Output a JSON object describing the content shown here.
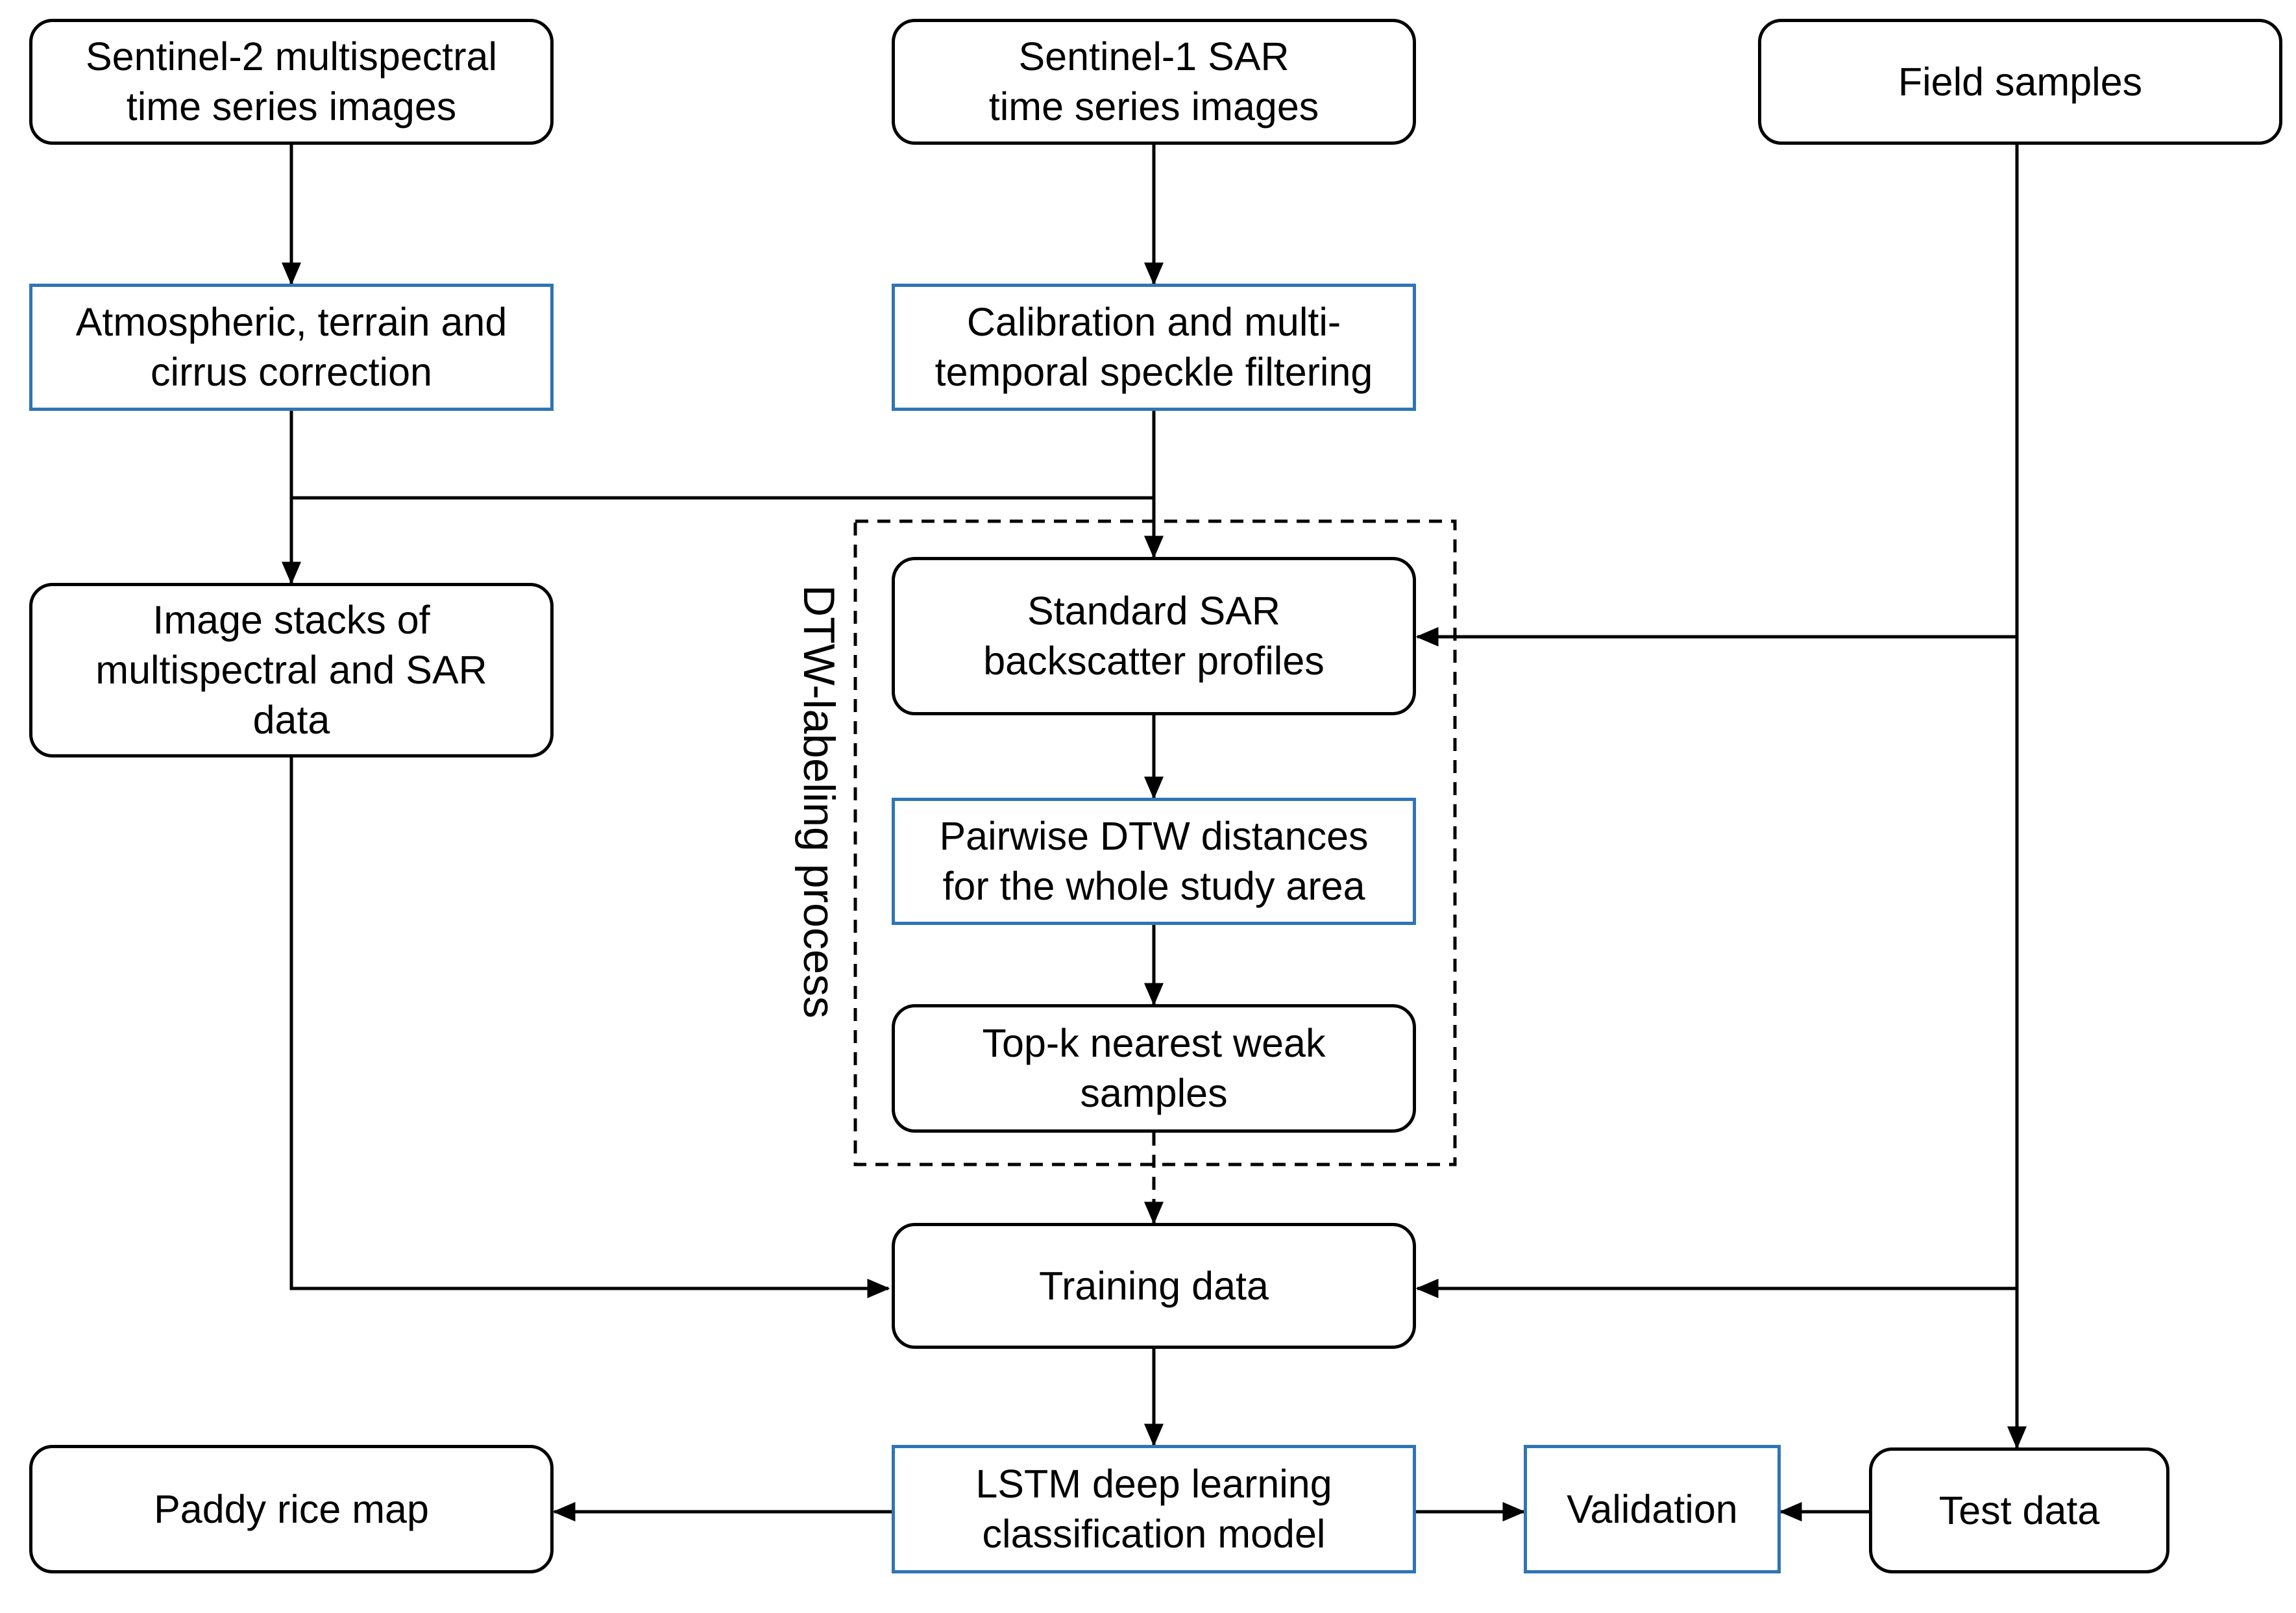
{
  "diagram": {
    "colors": {
      "line": "#000000",
      "processing_border": "#2E75B6",
      "data_border": "#000000"
    },
    "group": {
      "label": "DTW-labeling process"
    },
    "nodes": {
      "sentinel2": {
        "lines": [
          "Sentinel-2 multispectral",
          "time series images"
        ]
      },
      "sentinel1": {
        "lines": [
          "Sentinel-1 SAR",
          "time series images"
        ]
      },
      "field": {
        "lines": [
          "Field samples"
        ]
      },
      "atmospheric": {
        "lines": [
          "Atmospheric, terrain and",
          "cirrus correction"
        ]
      },
      "calibration": {
        "lines": [
          "Calibration and multi-",
          "temporal speckle filtering"
        ]
      },
      "stacks": {
        "lines": [
          "Image stacks of",
          "multispectral and SAR",
          "data"
        ]
      },
      "profiles": {
        "lines": [
          "Standard SAR",
          "backscatter profiles"
        ]
      },
      "pairwise": {
        "lines": [
          "Pairwise DTW distances",
          "for the whole study area"
        ]
      },
      "topk": {
        "lines": [
          "Top-k nearest weak",
          "samples"
        ]
      },
      "training": {
        "lines": [
          "Training data"
        ]
      },
      "lstm": {
        "lines": [
          "LSTM deep learning",
          "classification model"
        ]
      },
      "paddy": {
        "lines": [
          "Paddy rice map"
        ]
      },
      "validation": {
        "lines": [
          "Validation"
        ]
      },
      "test": {
        "lines": [
          "Test data"
        ]
      }
    }
  }
}
